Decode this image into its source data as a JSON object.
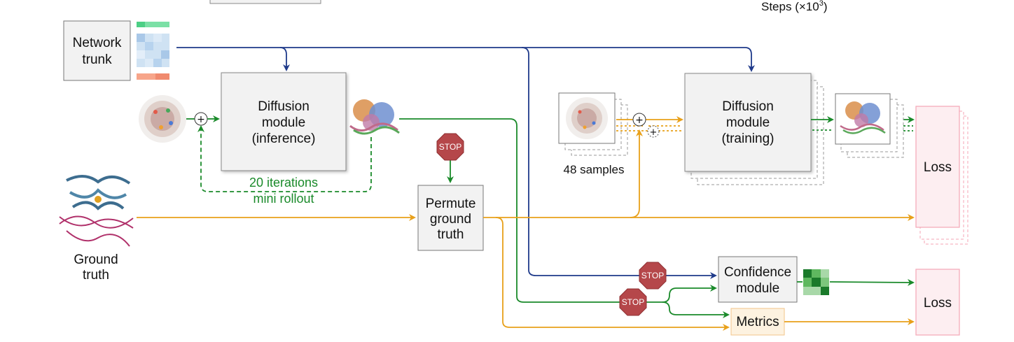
{
  "header": {
    "steps_label": "Steps (×10",
    "steps_sup": "3",
    "steps_close": ")"
  },
  "nodes": {
    "network_trunk": [
      "Network",
      "trunk"
    ],
    "diffusion_inference": [
      "Diffusion",
      "module",
      "(inference)"
    ],
    "diffusion_training": [
      "Diffusion",
      "module",
      "(training)"
    ],
    "permute_ground_truth": [
      "Permute",
      "ground",
      "truth"
    ],
    "ground_truth": [
      "Ground",
      "truth"
    ],
    "confidence_module": [
      "Confidence",
      "module"
    ],
    "metrics": "Metrics",
    "loss_top": "Loss",
    "loss_bottom": "Loss"
  },
  "labels": {
    "iterations": "20 iterations",
    "mini_rollout": "mini rollout",
    "samples": "48 samples",
    "stop": "STOP",
    "plus": "+"
  },
  "colors": {
    "trunk_blue": "#1f3a8a",
    "structure_green": "#1a8a2a",
    "truth_orange": "#e8a01a",
    "loss_pink": "#f4a6b6",
    "stop_red": "#b5474a",
    "metrics_fill": "#fdf2e0",
    "box_fill": "#f2f2f2"
  }
}
